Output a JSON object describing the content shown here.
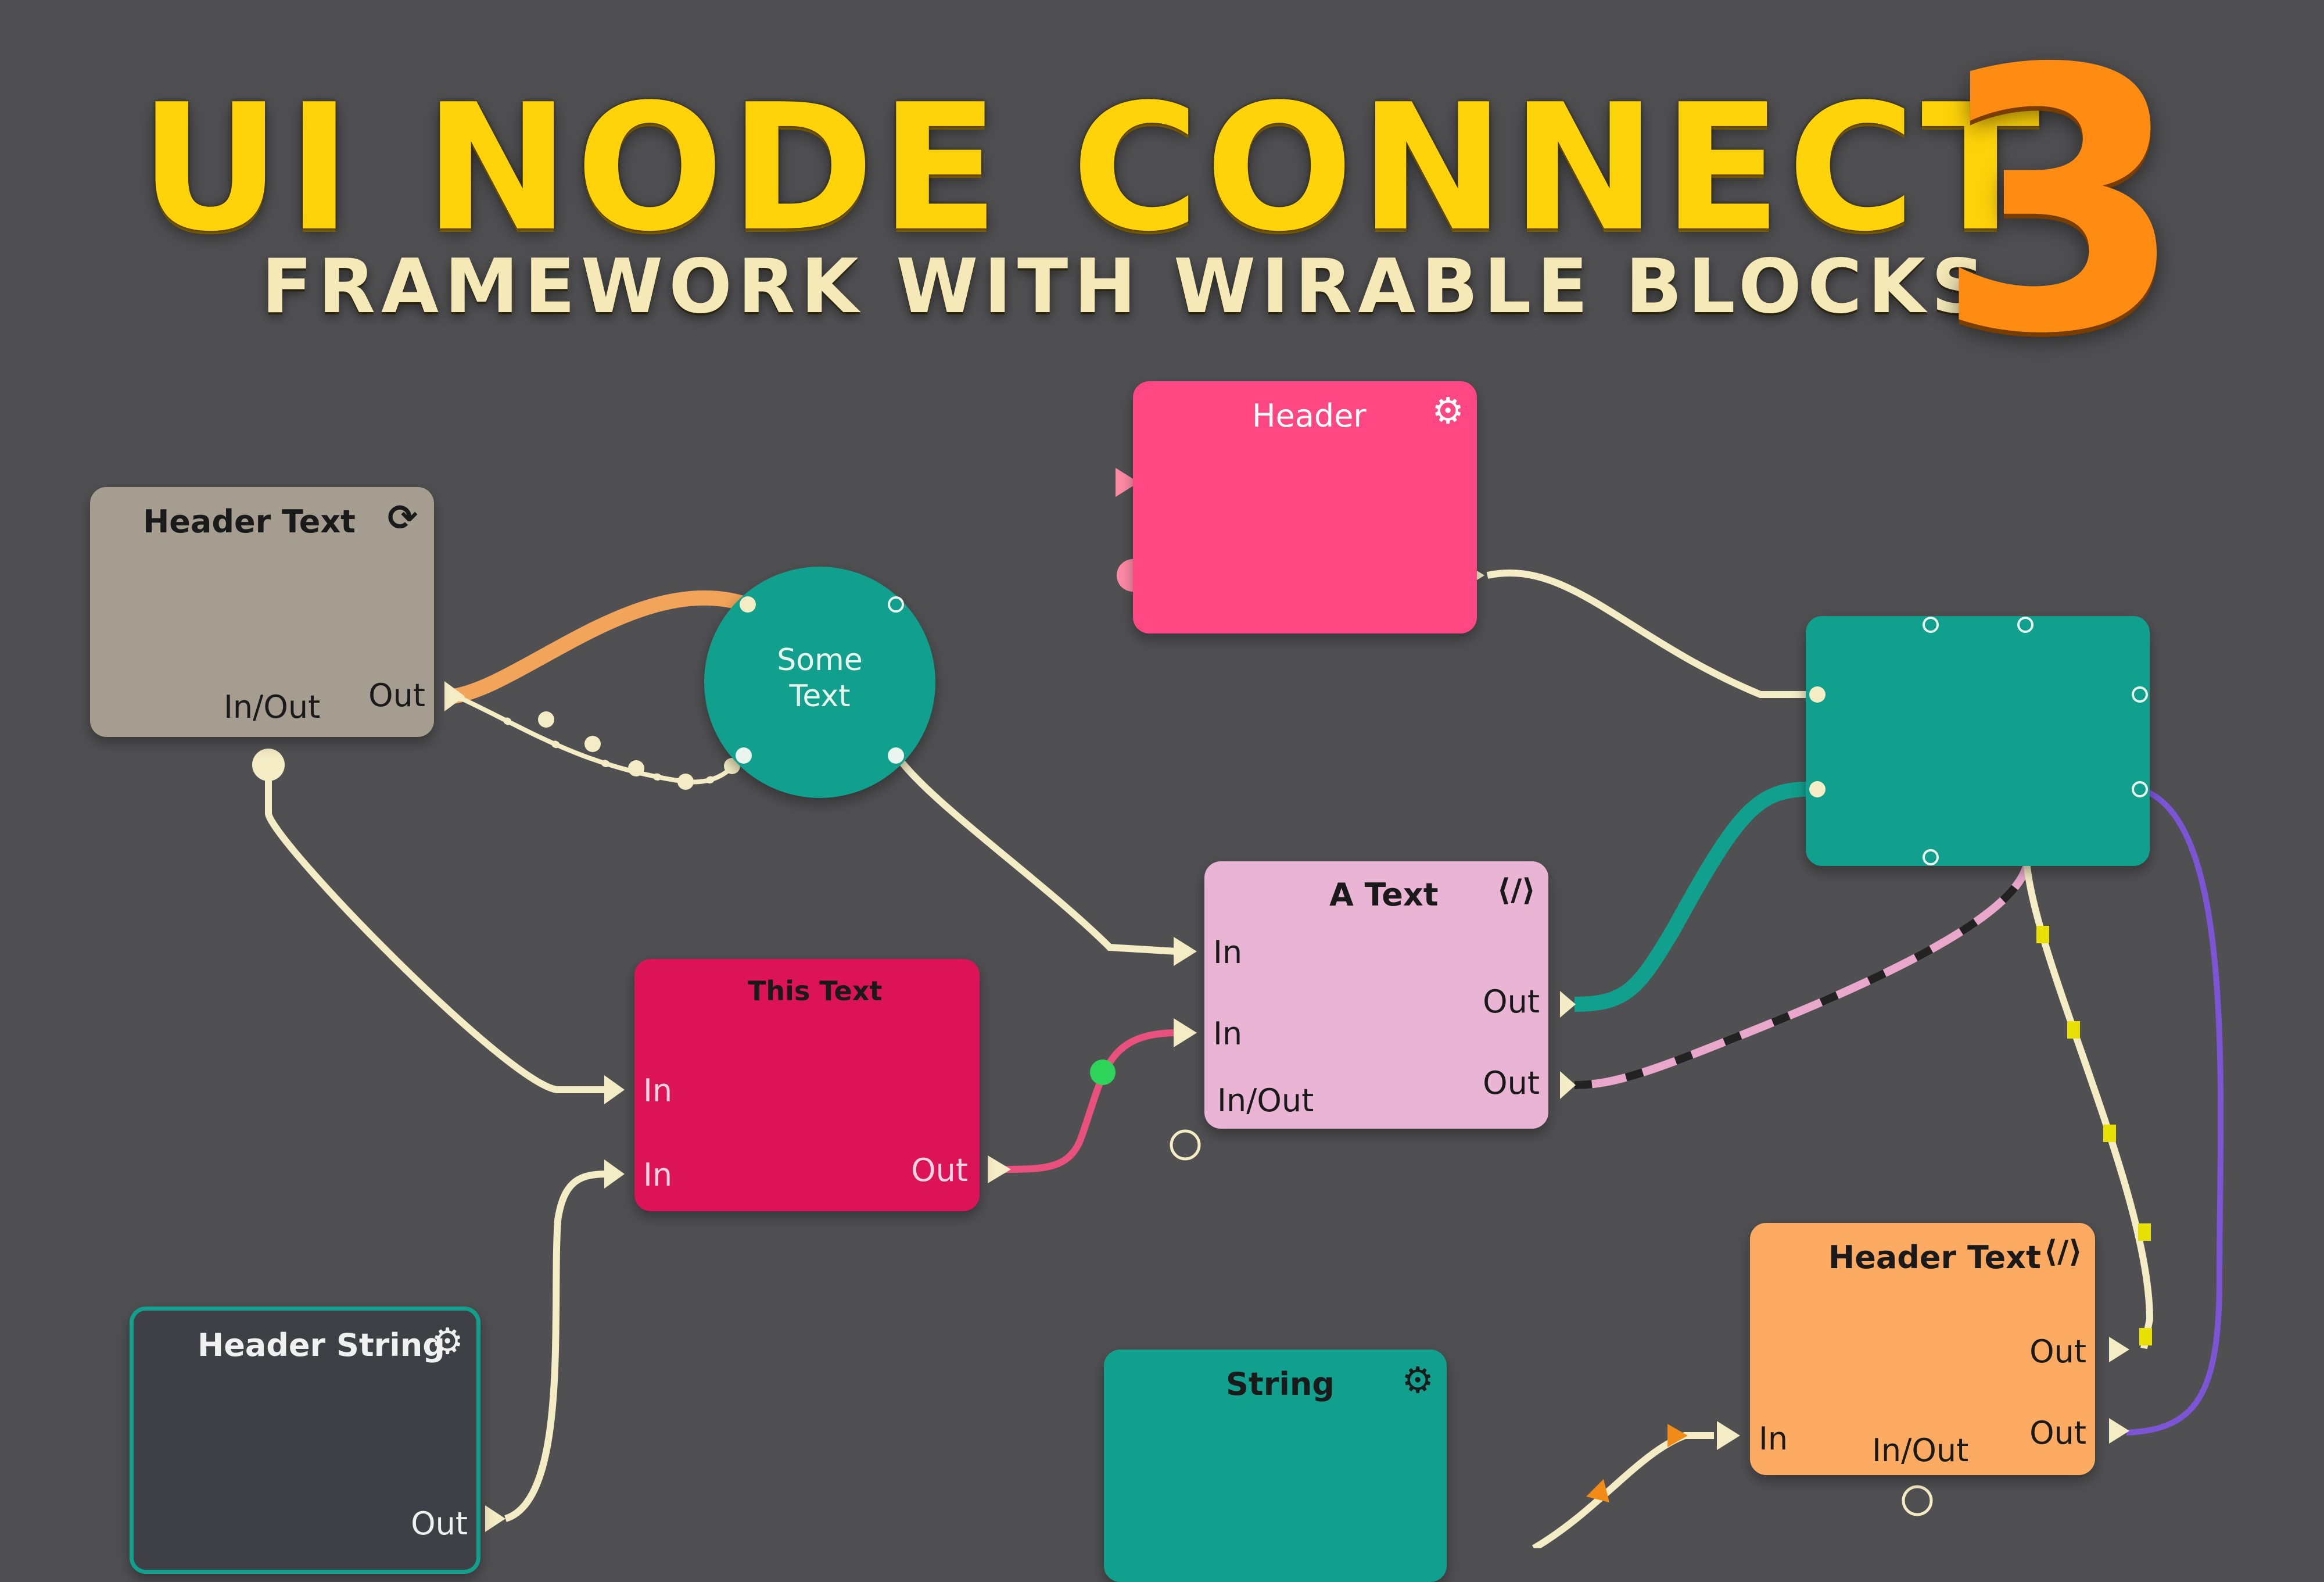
{
  "banner": {
    "title": "UI NODE CONNECT",
    "version": "3",
    "subtitle": "FRAMEWORK WITH WIRABLE BLOCKS"
  },
  "colors": {
    "background": "#505052",
    "title": "#ffd30a",
    "version": "#ff8c12",
    "wire": "#f4ecc4"
  },
  "nodes": {
    "header_text_gray": {
      "title": "Header Text",
      "icon": "refresh-icon",
      "glyph": "⟳",
      "ports": {
        "inout": "In/Out",
        "out": "Out"
      },
      "color": "#a59d90"
    },
    "some_text": {
      "title": "Some\nText",
      "color": "#11a08d"
    },
    "header_pink": {
      "title": "Header",
      "icon": "gear-icon",
      "glyph": "⚙",
      "color": "#ff4783"
    },
    "teal_block": {
      "color": "#11a08d"
    },
    "a_text": {
      "title": "A Text",
      "icon": "code-icon",
      "glyph": "⟨/⟩",
      "ports": {
        "in1": "In",
        "in2": "In",
        "inout": "In/Out",
        "out1": "Out",
        "out2": "Out"
      },
      "color": "#eab4d4"
    },
    "this_text": {
      "title": "This Text",
      "ports": {
        "in1": "In",
        "in2": "In",
        "out": "Out"
      },
      "color": "#dc1356"
    },
    "header_string": {
      "title": "Header String",
      "icon": "gear-icon",
      "glyph": "⚙",
      "ports": {
        "out": "Out"
      },
      "color": "#3f3f46",
      "border": "#11a08d"
    },
    "string": {
      "title": "String",
      "icon": "gear-icon",
      "glyph": "⚙",
      "color": "#11a08d"
    },
    "header_text_orange": {
      "title": "Header Text",
      "icon": "code-icon",
      "glyph": "⟨/⟩",
      "ports": {
        "in": "In",
        "inout": "In/Out",
        "out1": "Out",
        "out2": "Out"
      },
      "color": "#fdaa63"
    }
  }
}
